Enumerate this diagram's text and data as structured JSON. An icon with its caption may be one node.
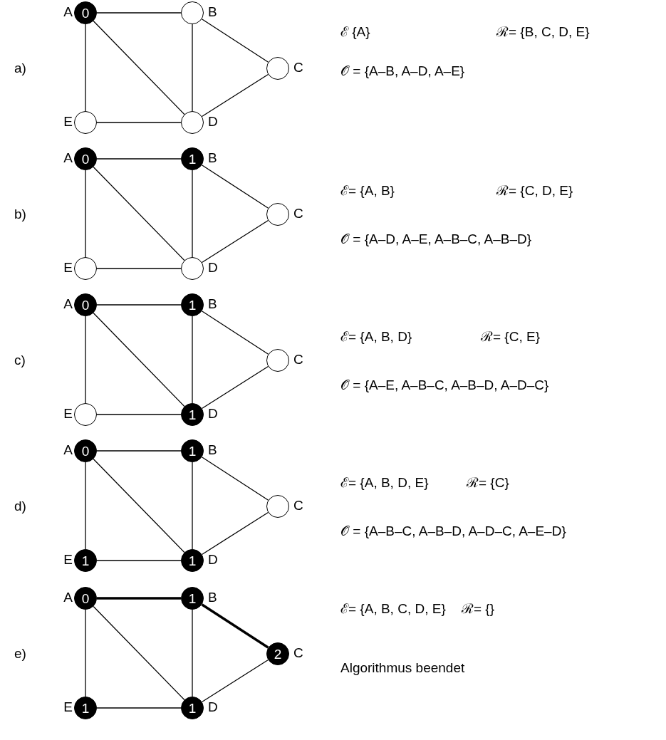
{
  "diagram": {
    "nodes": [
      {
        "text": [
          "0"
        ],
        "beside": [
          "A"
        ]
      },
      {
        "text": [],
        "shape": "circle",
        "beside": [
          "B"
        ]
      },
      {
        "text": [],
        "shape": "circle",
        "beside": [
          "C"
        ]
      },
      {
        "text": [],
        "shape": "circle",
        "beside": [
          "E"
        ]
      },
      {
        "text": [],
        "shape": "circle",
        "beside": [
          "D"
        ]
      },
      {
        "text": [
          "0"
        ],
        "beside": [
          "A"
        ]
      },
      {
        "text": [
          "1"
        ],
        "beside": [
          "B"
        ]
      },
      {
        "text": [],
        "shape": "circle",
        "beside": [
          "C"
        ]
      },
      {
        "text": [],
        "shape": "circle",
        "beside": [
          "E"
        ]
      },
      {
        "text": [],
        "shape": "circle",
        "beside": [
          "D"
        ]
      },
      {
        "text": [
          "0"
        ],
        "beside": [
          "A"
        ]
      },
      {
        "text": [
          "1"
        ],
        "beside": [
          "B"
        ]
      },
      {
        "text": [],
        "shape": "circle",
        "beside": [
          "C"
        ]
      },
      {
        "text": [],
        "shape": "circle",
        "beside": [
          "E"
        ]
      },
      {
        "text": [
          "1"
        ],
        "beside": [
          "D"
        ]
      },
      {
        "text": [
          "0"
        ],
        "beside": [
          "A"
        ]
      },
      {
        "text": [
          "1"
        ],
        "beside": [
          "B"
        ]
      },
      {
        "text": [],
        "shape": "circle",
        "beside": [
          "C"
        ]
      },
      {
        "text": [
          "1"
        ],
        "beside": [
          "E"
        ]
      },
      {
        "text": [
          "1"
        ],
        "beside": [
          "D"
        ]
      },
      {
        "text": [
          "0"
        ],
        "beside": [
          "A"
        ]
      },
      {
        "text": [
          "1"
        ],
        "beside": [
          "B"
        ]
      },
      {
        "text": [
          "2"
        ],
        "beside": [
          "C"
        ]
      },
      {
        "text": [
          "1"
        ],
        "beside": [
          "E"
        ]
      },
      {
        "text": [
          "1"
        ],
        "beside": [
          "D"
        ]
      }
    ],
    "edges": [
      {
        "from": 0,
        "to": 1,
        "arrow": "none"
      },
      {
        "from": 0,
        "to": 4,
        "arrow": "none"
      },
      {
        "from": 0,
        "to": 3,
        "arrow": "none"
      },
      {
        "from": 1,
        "to": 4,
        "arrow": "none"
      },
      {
        "from": 1,
        "to": 2,
        "arrow": "none"
      },
      {
        "from": 2,
        "to": 4,
        "arrow": "none"
      },
      {
        "from": 3,
        "to": 4,
        "arrow": "none"
      },
      {
        "from": 5,
        "to": 6,
        "arrow": "none"
      },
      {
        "from": 5,
        "to": 9,
        "arrow": "none"
      },
      {
        "from": 5,
        "to": 8,
        "arrow": "none"
      },
      {
        "from": 6,
        "to": 9,
        "arrow": "none"
      },
      {
        "from": 6,
        "to": 7,
        "arrow": "none"
      },
      {
        "from": 7,
        "to": 9,
        "arrow": "none"
      },
      {
        "from": 8,
        "to": 9,
        "arrow": "none"
      },
      {
        "from": 10,
        "to": 11,
        "arrow": "none"
      },
      {
        "from": 10,
        "to": 14,
        "arrow": "none"
      },
      {
        "from": 10,
        "to": 13,
        "arrow": "none"
      },
      {
        "from": 11,
        "to": 14,
        "arrow": "none"
      },
      {
        "from": 11,
        "to": 12,
        "arrow": "none"
      },
      {
        "from": 12,
        "to": 14,
        "arrow": "none"
      },
      {
        "from": 13,
        "to": 14,
        "arrow": "none"
      },
      {
        "from": 15,
        "to": 16,
        "arrow": "none"
      },
      {
        "from": 15,
        "to": 19,
        "arrow": "none"
      },
      {
        "from": 15,
        "to": 18,
        "arrow": "none"
      },
      {
        "from": 16,
        "to": 19,
        "arrow": "none"
      },
      {
        "from": 16,
        "to": 17,
        "arrow": "none"
      },
      {
        "from": 17,
        "to": 19,
        "arrow": "none"
      },
      {
        "from": 18,
        "to": 19,
        "arrow": "none"
      },
      {
        "from": 20,
        "to": 21,
        "arrow": "none",
        "style": "thick"
      },
      {
        "from": 20,
        "to": 24,
        "arrow": "none"
      },
      {
        "from": 20,
        "to": 23,
        "arrow": "none"
      },
      {
        "from": 21,
        "to": 24,
        "arrow": "none"
      },
      {
        "from": 21,
        "to": 22,
        "arrow": "none",
        "style": "thick"
      },
      {
        "from": 22,
        "to": 24,
        "arrow": "none"
      },
      {
        "from": 23,
        "to": 24,
        "arrow": "none"
      }
    ],
    "labels": [
      "a)",
      "ℰ {A}",
      "ℛ= {B, C, D, E}",
      "𝒪 = {A–B, A–D, A–E}",
      "b)",
      "ℰ= {A, B}",
      "ℛ= {C, D, E}",
      "𝒪 = {A–D, A–E, A–B–C, A–B–D}",
      "c)",
      "ℰ= {A, B, D}",
      "ℛ= {C, E}",
      "𝒪 = {A–E, A–B–C, A–B–D, A–D–C}",
      "d)",
      "ℰ= {A, B, D, E}",
      "ℛ= {C}",
      "𝒪 = {A–B–C, A–B–D, A–D–C, A–E–D}",
      "e)",
      "ℰ= {A, B, C, D, E}",
      "ℛ= {}",
      "Algorithmus beendet"
    ]
  }
}
